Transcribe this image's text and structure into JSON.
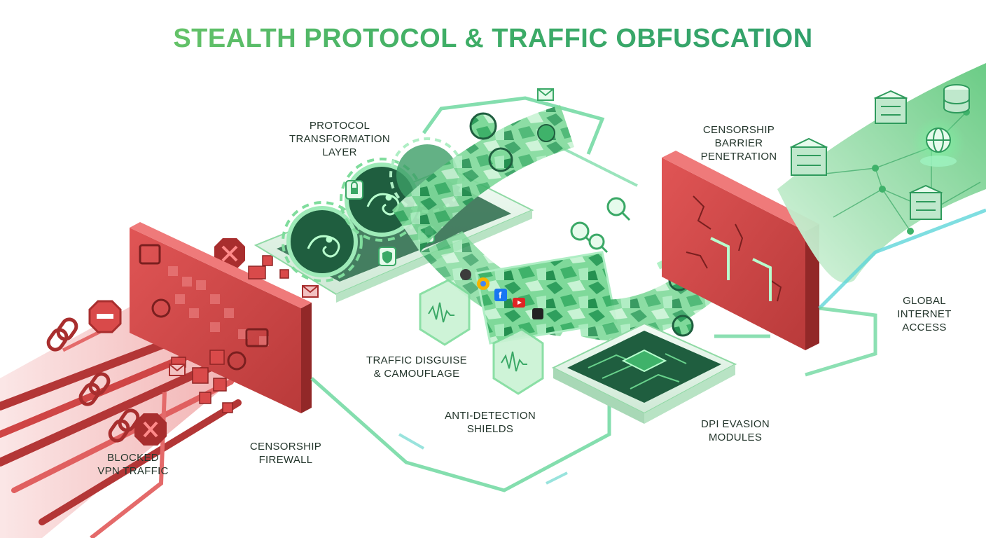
{
  "title": "STEALTH PROTOCOL & TRAFFIC OBFUSCATION",
  "labels": {
    "protocol_layer": [
      "PROTOCOL",
      "TRANSFORMATION",
      "LAYER"
    ],
    "barrier": [
      "CENSORSHIP",
      "BARRIER",
      "PENETRATION"
    ],
    "global_access": [
      "GLOBAL",
      "INTERNET",
      "ACCESS"
    ],
    "traffic_disguise": [
      "TRAFFIC DISGUISE",
      "& CAMOUFLAGE"
    ],
    "anti_detection": [
      "ANTI-DETECTION",
      "SHIELDS"
    ],
    "dpi_evasion": [
      "DPI EVASION",
      "MODULES"
    ],
    "firewall": [
      "CENSORSHIP",
      "FIREWALL"
    ],
    "blocked": [
      "BLOCKED",
      "VPN TRAFFIC"
    ]
  },
  "colors": {
    "red": "#d94a4a",
    "red_dark": "#a82e2e",
    "green": "#4fcf7a",
    "green_dark": "#2e9a5c",
    "mint": "#c9f2d3",
    "cyan": "#5fd6d9"
  },
  "icons": [
    "lock-icon",
    "shield-icon",
    "chameleon-icon",
    "gear-icon",
    "envelope-icon",
    "globe-icon",
    "server-icon",
    "database-icon",
    "magnifier-icon",
    "chrome-icon",
    "facebook-icon",
    "youtube-icon",
    "tv-icon",
    "chain-icon",
    "stop-sign-icon",
    "blocked-x-icon"
  ]
}
